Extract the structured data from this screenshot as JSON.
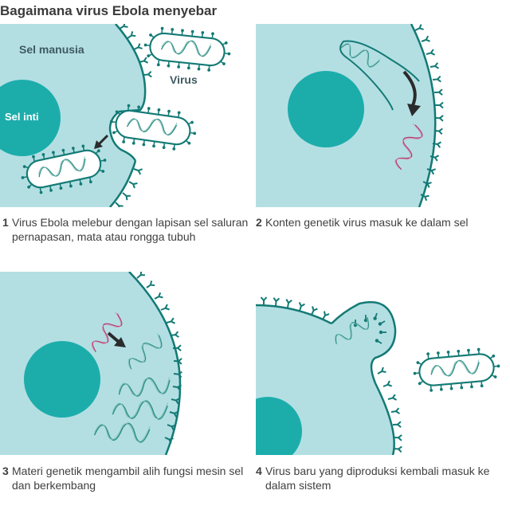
{
  "title": "Bagaimana virus Ebola menyebar",
  "colors": {
    "cytoplasm": "#b3dfe3",
    "membrane": "#137a75",
    "nucleus": "#1cadab",
    "viral_rna": "#b23a6e",
    "arrow": "#2b2b2b",
    "text": "#404040"
  },
  "panels": [
    {
      "step": "1",
      "labels": {
        "cell": "Sel manusia",
        "nucleus": "Sel inti",
        "virus": "Virus"
      },
      "caption": "Virus Ebola melebur dengan lapisan sel saluran pernapasan, mata atau rongga tubuh"
    },
    {
      "step": "2",
      "caption": "Konten genetik virus masuk ke dalam sel"
    },
    {
      "step": "3",
      "caption": "Materi genetik mengambil alih fungsi mesin sel dan berkembang"
    },
    {
      "step": "4",
      "caption": "Virus baru yang diproduksi kembali masuk ke dalam sistem"
    }
  ]
}
